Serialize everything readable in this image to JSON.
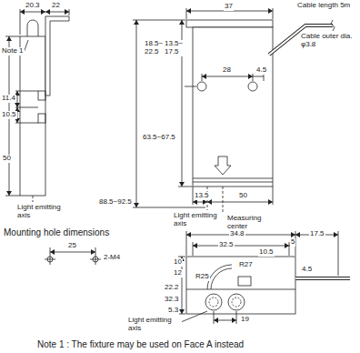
{
  "diagram": {
    "labels": [
      "20.3",
      "22",
      "37",
      "Cable length 5m",
      "Cable outer dia. φ3.8",
      "Note 1",
      "18.5~ 22.5",
      "13.5~ 17.5",
      "28",
      "4.5",
      "11.4",
      "10.5",
      "50",
      "63.5~67.5",
      "88.5~92.5",
      "13.5",
      "50",
      "Light emitting axis",
      "Light emitting axis",
      "Measuring center",
      "Mounting hole dimensions",
      "25",
      "2-M4",
      "34.8",
      "17.5",
      "32.5",
      "5",
      "10.5",
      "10",
      "12",
      "R27",
      "4.5",
      "R25",
      "22.2",
      "32.3",
      "5.3",
      "19",
      "Light emitting axis",
      "Note 1 : The fixture may be used on Face A instead"
    ]
  }
}
